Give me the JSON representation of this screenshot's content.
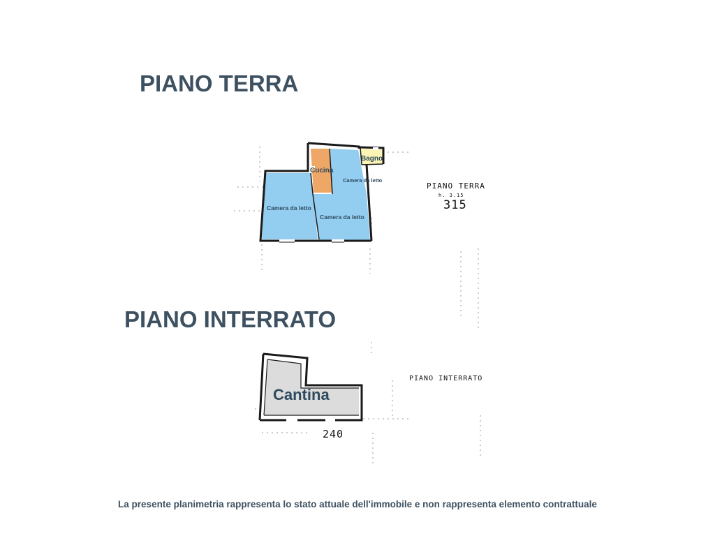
{
  "headings": {
    "ground_floor": "PIANO TERRA",
    "basement": "PIANO INTERRATO"
  },
  "ground_floor": {
    "rooms": {
      "kitchen": "Cucina",
      "bathroom": "Bagno",
      "bedroom_top": "Camera da letto",
      "bedroom_left": "Camera da letto",
      "bedroom_right": "Camera da letto"
    },
    "handwritten": {
      "label": "PIANO TERRA",
      "height": "h. 3.15",
      "code": "315"
    }
  },
  "basement": {
    "rooms": {
      "cellar": "Cantina"
    },
    "handwritten": {
      "label": "PIANO INTERRATO",
      "code": "240"
    }
  },
  "footer": "La presente planimetria rappresenta lo stato attuale dell'immobile e non rappresenta elemento contrattuale",
  "colors": {
    "heading": "#3e5161",
    "bedroom_fill": "#93cdf0",
    "kitchen_fill": "#eea766",
    "bathroom_fill": "#fbf4b4",
    "cellar_fill": "#dcdcdc",
    "wall": "#1a1a1a"
  }
}
